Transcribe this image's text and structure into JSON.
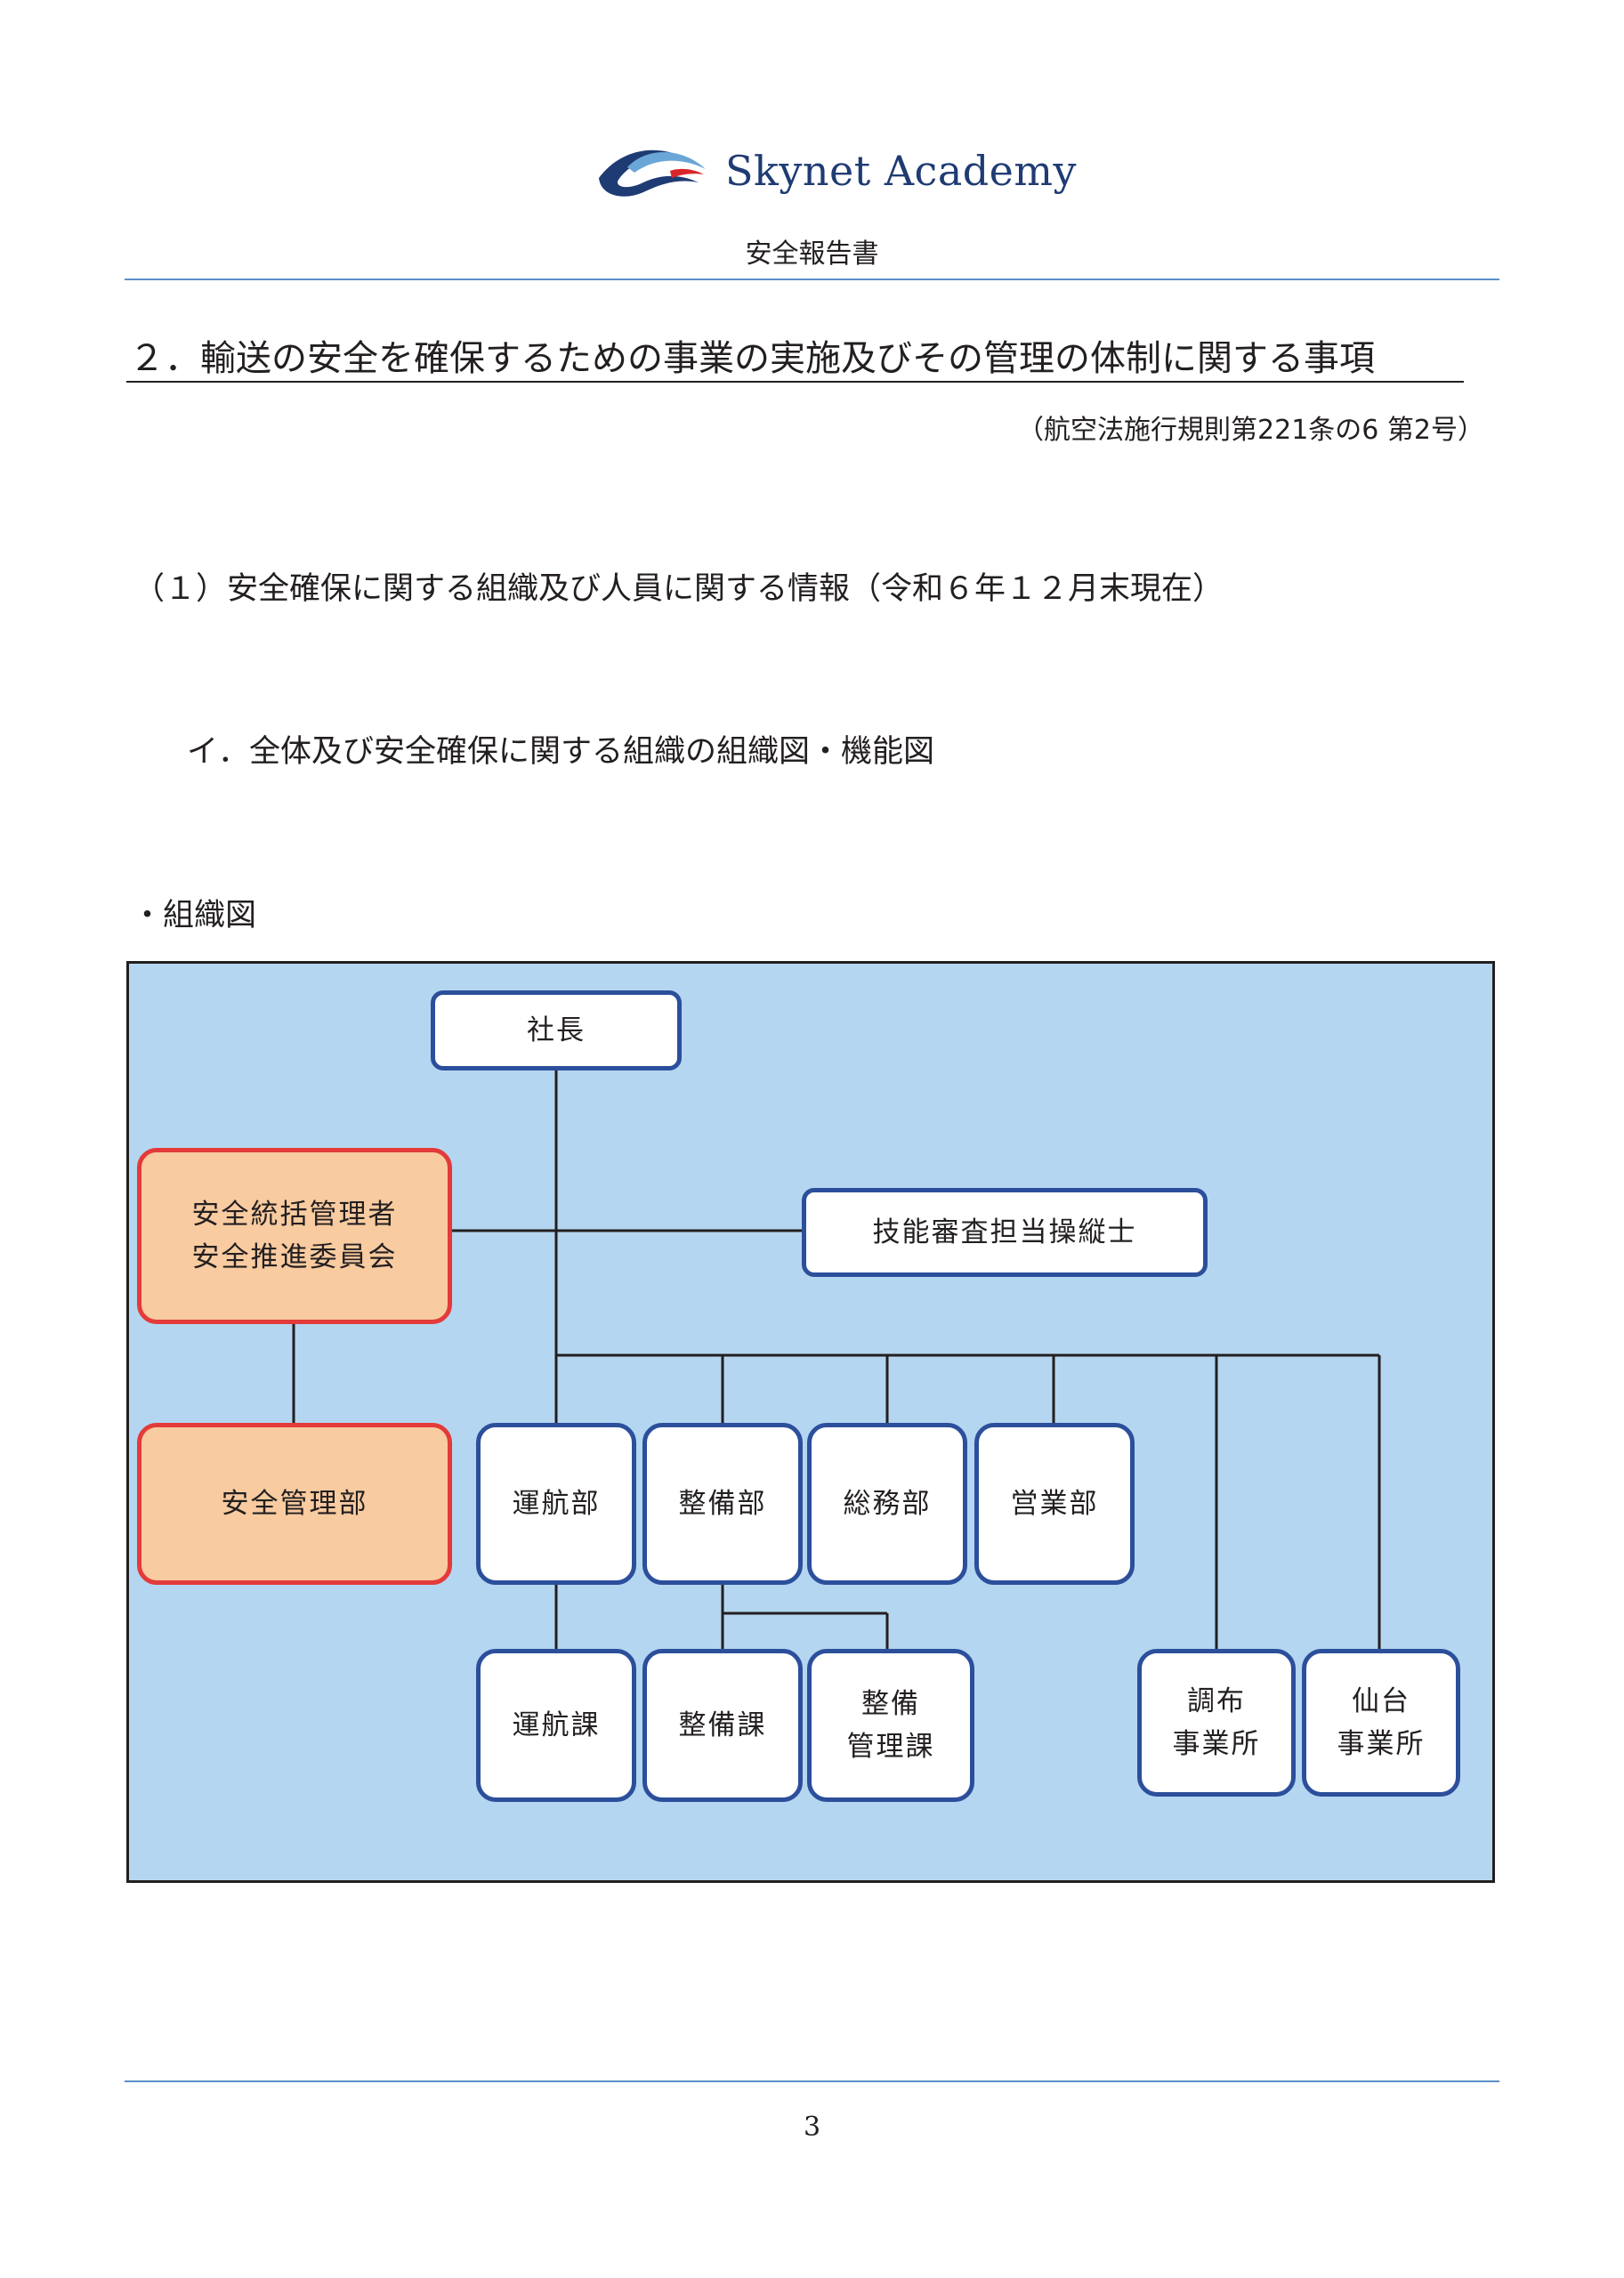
{
  "header": {
    "brand": "Skynet Academy",
    "doc_title": "安全報告書",
    "logo": "swoosh-logo",
    "colors": {
      "brand": "#1f3b73",
      "accent": "#5b8fc9",
      "logo_red": "#d9262b"
    }
  },
  "section": {
    "heading": "２．輸送の安全を確保するための事業の実施及びその管理の体制に関する事項",
    "citation": "（航空法施行規則第221条の6 第2号）",
    "sub1": "（１）安全確保に関する組織及び人員に関する情報（令和６年１２月末現在）",
    "sub2": "イ．全体及び安全確保に関する組織の組織図・機能図",
    "sub3": "・組織図"
  },
  "org_chart": {
    "colors": {
      "background": "#b5d6f0",
      "box_border": "#2c4f9c",
      "safety_fill": "#f8cba0",
      "safety_border": "#e33a3a"
    },
    "president": "社長",
    "safety_committee": {
      "line1": "安全統括管理者",
      "line2": "安全推進委員会"
    },
    "examiner": "技能審査担当操縦士",
    "safety_dept": "安全管理部",
    "departments": [
      "運航部",
      "整備部",
      "総務部",
      "営業部"
    ],
    "sections": {
      "ops": "運航課",
      "maint": "整備課",
      "maint_mgmt": {
        "line1": "整備",
        "line2": "管理課"
      }
    },
    "offices": [
      {
        "line1": "調布",
        "line2": "事業所"
      },
      {
        "line1": "仙台",
        "line2": "事業所"
      }
    ]
  },
  "footer": {
    "page_number": "3"
  }
}
